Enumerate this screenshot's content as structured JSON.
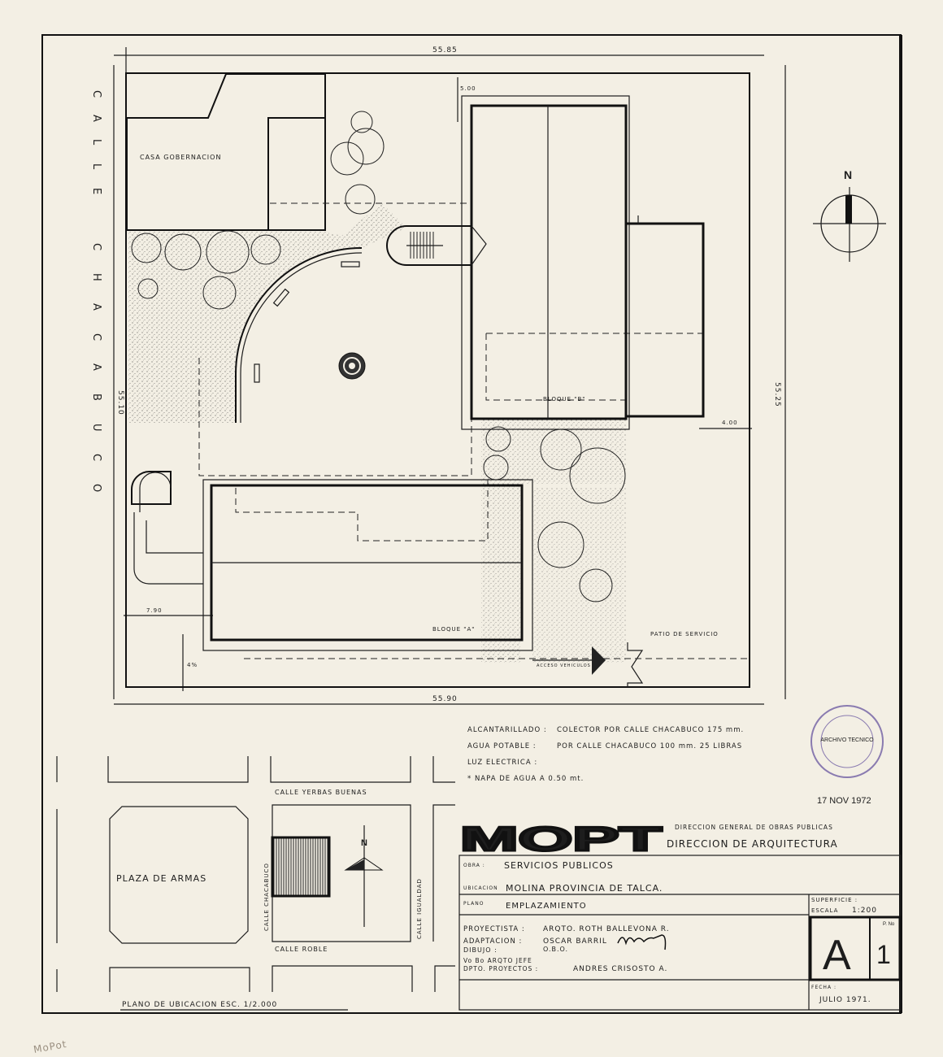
{
  "site_plan": {
    "street_vertical_letters": [
      "C",
      "A",
      "L",
      "L",
      "E",
      "C",
      "H",
      "A",
      "C",
      "A",
      "B",
      "U",
      "C",
      "O"
    ],
    "dim_top": "55.85",
    "dim_bottom": "55.90",
    "dim_left": "55.10",
    "dim_right": "55.25",
    "dim_setback_top": "5.00",
    "dim_setback_right": "4.00",
    "dim_setback_left": "7.90",
    "slope_label": "4%",
    "casa_label": "CASA GOBERNACION",
    "bloque_b_label": "BLOQUE \"B\"",
    "bloque_a_label": "BLOQUE \"A\"",
    "service_label": "PATIO DE SERVICIO",
    "entry_label": "ACCESO VEHICULOS",
    "north_label": "N"
  },
  "notes": [
    {
      "label": "ALCANTARILLADO :",
      "value": "COLECTOR POR CALLE CHACABUCO 175 mm."
    },
    {
      "label": "AGUA POTABLE :",
      "value": "POR CALLE CHACABUCO 100 mm. 25 LIBRAS"
    },
    {
      "label": "LUZ ELECTRICA :",
      "value": ""
    },
    {
      "label": "* NAPA DE AGUA A 0.50 mt.",
      "value": ""
    }
  ],
  "stamp": {
    "text": "ARCHIVO TECNICO",
    "date": "17 NOV 1972",
    "color": "#8a7bb0"
  },
  "location_plan": {
    "street_top": "CALLE YERBAS BUENAS",
    "street_bottom": "CALLE ROBLE",
    "street_left": "CALLE CHACABUCO",
    "street_right": "CALLE IGUALDAD",
    "plaza": "PLAZA DE ARMAS",
    "north": "N",
    "title": "PLANO DE UBICACION   ESC. 1/2.000"
  },
  "title_block": {
    "logo": "MOPT",
    "agency_line1": "DIRECCION GENERAL DE OBRAS PUBLICAS",
    "agency_line2": "DIRECCION DE ARQUITECTURA",
    "obra_label": "OBRA :",
    "obra": "SERVICIOS PUBLICOS",
    "ubicacion_label": "UBICACION",
    "ubicacion": "MOLINA    PROVINCIA DE TALCA.",
    "plano_label": "PLANO",
    "plano": "EMPLAZAMIENTO",
    "superficie_label": "SUPERFICIE :",
    "escala_label": "ESCALA",
    "escala": "1:200",
    "proyectista_label": "PROYECTISTA :",
    "proyectista": "ARQTO. ROTH BALLEVONA R.",
    "adaptacion_label": "ADAPTACION :",
    "adaptacion": "OSCAR BARRIL",
    "dibujo_label": "DIBUJO :",
    "dibujo": "O.B.O.",
    "vobo_label1": "Vo Bo ARQTO JEFE",
    "vobo_label2": "DPTO. PROYECTOS :",
    "vobo": "ANDRES CRISOSTO A.",
    "sheet_letter": "A",
    "sheet_no_label": "P. No",
    "sheet_no": "1",
    "fecha_label": "FECHA :",
    "fecha": "JULIO 1971."
  },
  "margin_note": "MoPot"
}
